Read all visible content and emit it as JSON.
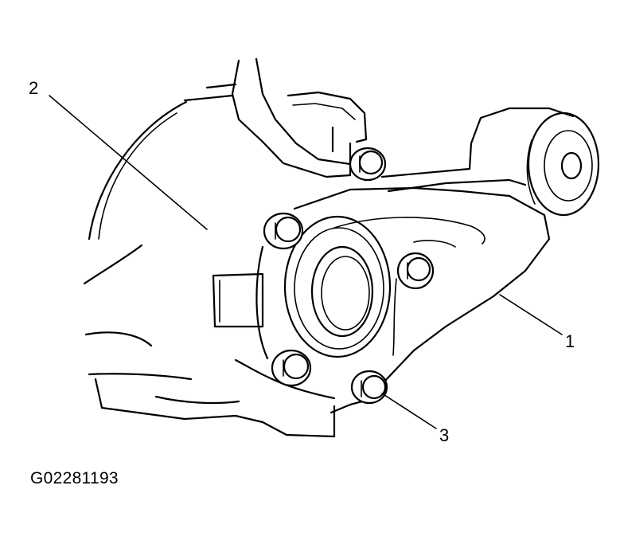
{
  "callouts": [
    {
      "number": "2"
    },
    {
      "number": "1"
    },
    {
      "number": "3"
    }
  ],
  "figure_code": "G02281193",
  "colors": {
    "line": "#000000",
    "background": "#ffffff"
  }
}
